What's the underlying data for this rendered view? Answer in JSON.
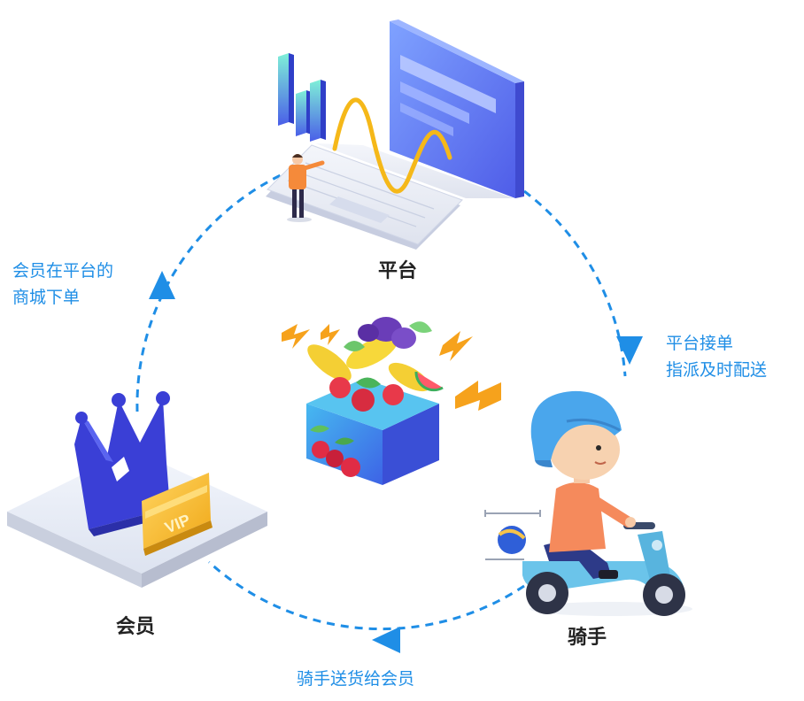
{
  "nodes": {
    "platform": {
      "label": "平台"
    },
    "member": {
      "label": "会员"
    },
    "rider": {
      "label": "骑手"
    }
  },
  "steps": {
    "member_order": {
      "line1": "会员在平台的",
      "line2": "商城下单"
    },
    "platform_assign": {
      "line1": "平台接单",
      "line2": "指派及时配送"
    },
    "rider_deliver": {
      "line1": "骑手送货给会员"
    }
  },
  "badge": {
    "vip": "VIP"
  },
  "colors": {
    "flow_arrow": "#1f8ee6",
    "step_text": "#1f8ee6",
    "node_text": "#222222",
    "crown": "#3a3fd6",
    "gold": "#f4b81c",
    "rider_shirt": "#f58a5c",
    "scooter": "#6bc4ea"
  },
  "icons": [
    "laptop-icon",
    "crown-icon",
    "vip-card-icon",
    "fruit-basket-icon",
    "scooter-rider-icon",
    "lightning-icon"
  ]
}
